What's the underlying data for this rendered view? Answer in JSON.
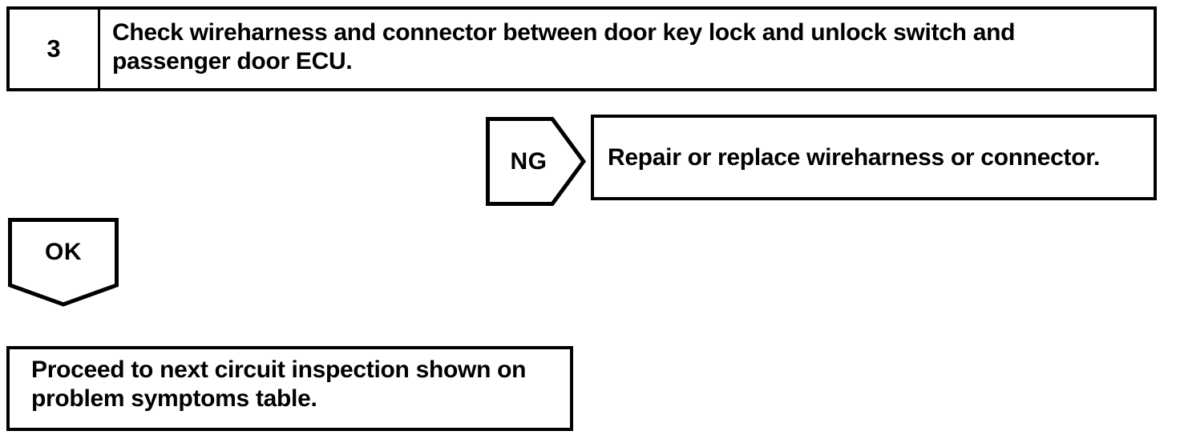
{
  "flowchart": {
    "step": {
      "number": "3",
      "instruction": "Check wireharness and connector between door key lock and unlock switch and passenger door ECU."
    },
    "ng": {
      "label": "NG",
      "action": "Repair or replace wireharness or connector."
    },
    "ok": {
      "label": "OK",
      "action": "Proceed to next circuit inspection shown on problem symptoms table."
    },
    "colors": {
      "ink": "#000000",
      "background": "#ffffff"
    }
  }
}
